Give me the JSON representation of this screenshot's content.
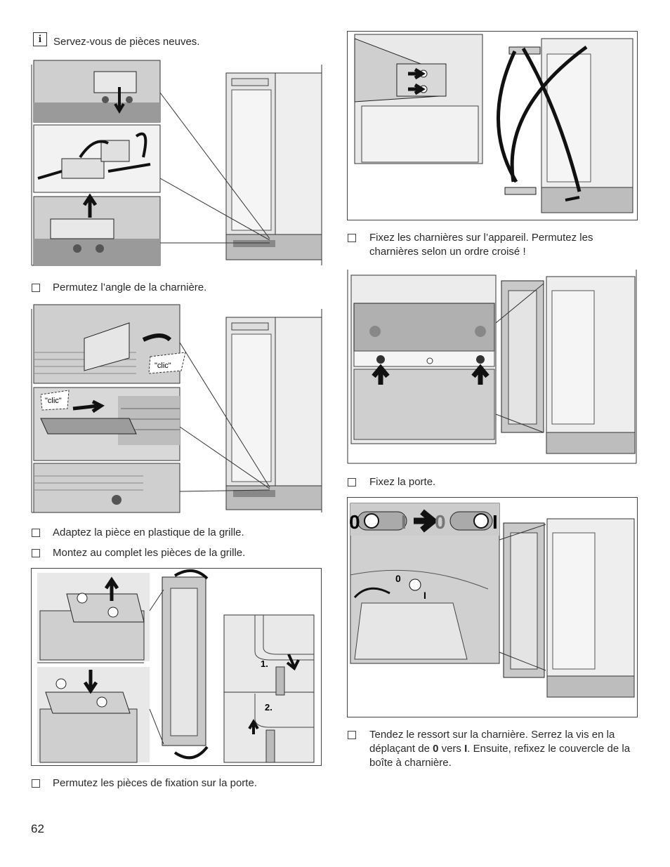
{
  "page": {
    "number": "62"
  },
  "left": {
    "info_icon": "i",
    "info_text": "Servez-vous de pièces neuves.",
    "step1": "Permutez l’angle de la charnière.",
    "step2": "Adaptez la pièce en plastique de la grille.",
    "step3": "Montez au complet les pièces de la grille.",
    "step4": "Permutez les pièces de fixation sur la porte.",
    "fig2_clic_a": "\"clic\"",
    "fig2_clic_b": "\"clic\"",
    "fig3_label_1": "1.",
    "fig3_label_2": "2."
  },
  "right": {
    "step1": "Fixez les charnières sur l’appareil. Permutez les charnières selon un ordre croisé !",
    "step2": "Fixez la porte.",
    "step3_a": "Tendez le ressort sur la charnière. Serrez la vis en la déplaçant de ",
    "step3_b": "0",
    "step3_c": " vers ",
    "step3_d": "I",
    "step3_e": ". Ensuite, refixez le couvercle de la boîte à charnière.",
    "fig3_zero_a": "0",
    "fig3_one_a": "I",
    "fig3_zero_b": "0",
    "fig3_one_b": "I",
    "fig3_small_zero": "0",
    "fig3_small_one": "I"
  },
  "colors": {
    "line": "#333333",
    "metal": "#b8b8b8",
    "bg_fig": "#d6d6d6",
    "arrow": "#111111"
  },
  "icons": [
    "info-icon",
    "checkbox-bullet-icon",
    "arrow-icon",
    "screw-icon"
  ]
}
